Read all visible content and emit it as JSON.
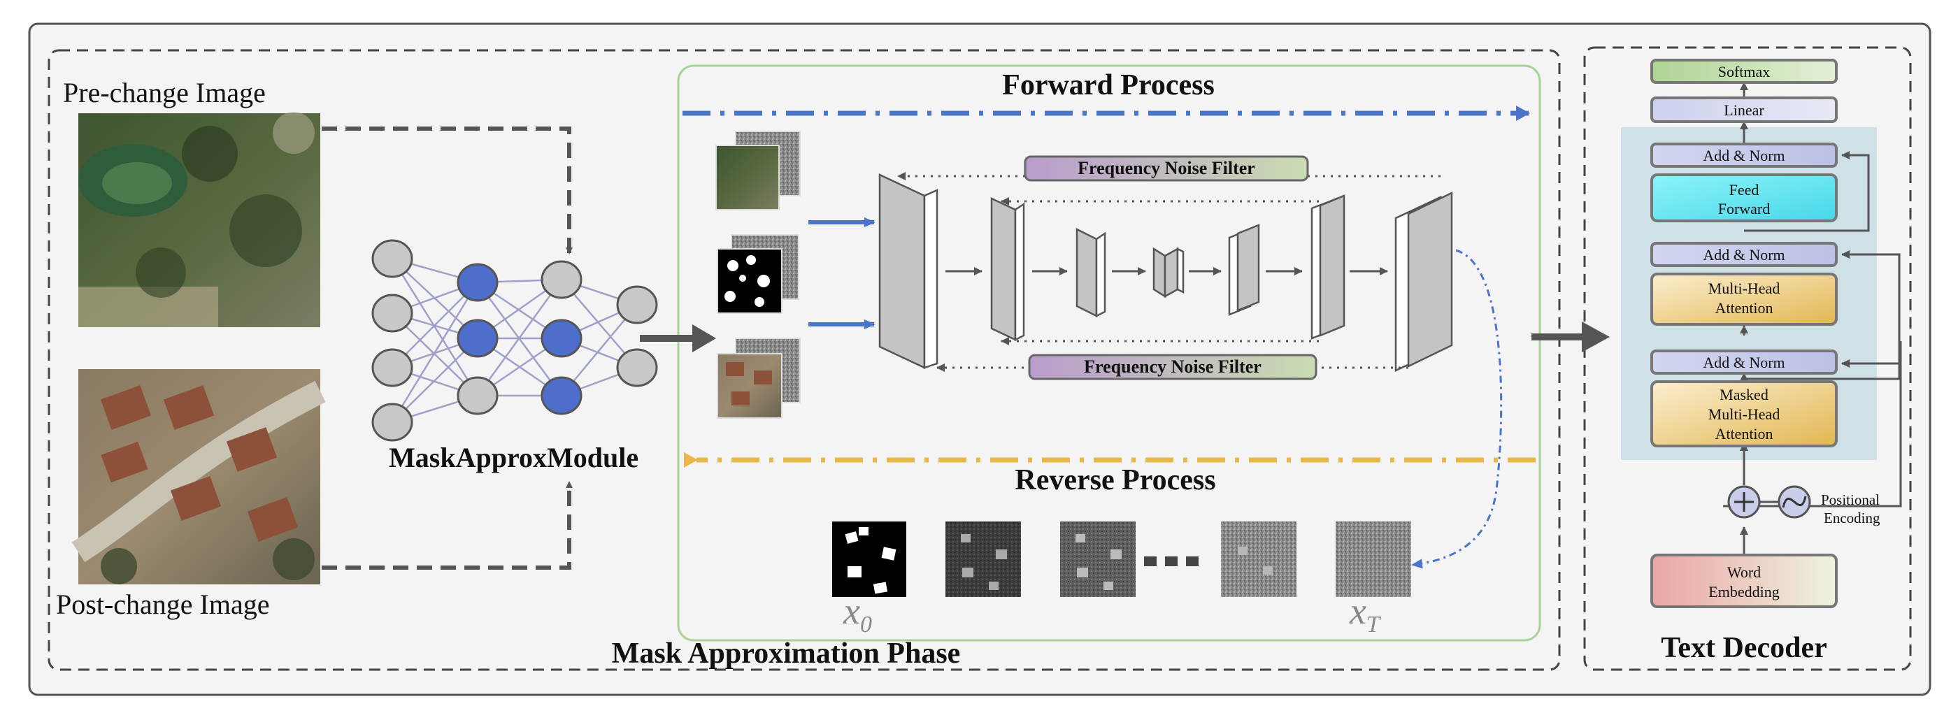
{
  "labels": {
    "pre_change": "Pre-change Image",
    "post_change": "Post-change Image",
    "mask_module": "MaskApproxModule",
    "forward_process": "Forward Process",
    "reverse_process": "Reverse Process",
    "freq_filter_top": "Frequency Noise Filter",
    "freq_filter_bottom": "Frequency Noise Filter",
    "x0": "x",
    "x0_sub": "0",
    "xT": "x",
    "xT_sub": "T",
    "mask_phase": "Mask Approximation Phase",
    "text_decoder": "Text Decoder"
  },
  "decoder": {
    "softmax": "Softmax",
    "linear": "Linear",
    "add_norm_1": "Add & Norm",
    "feed_forward_1": "Feed",
    "feed_forward_2": "Forward",
    "add_norm_2": "Add & Norm",
    "mha_1": "Multi-Head",
    "mha_2": "Attention",
    "add_norm_3": "Add & Norm",
    "masked_1": "Masked",
    "masked_2": "Multi-Head",
    "masked_3": "Attention",
    "pos_1": "Positional",
    "pos_2": "Encoding",
    "word_1": "Word",
    "word_2": "Embedding"
  },
  "colors": {
    "forward_arrow": "#4a74c9",
    "reverse_arrow": "#e8b84a",
    "neuron_blue": "#4d6fcb",
    "neuron_gray": "#c8c8c8",
    "feed_forward": "#5ce8f0",
    "attention": "#e9c56a",
    "add_norm": "#c9cdea",
    "softmax": "#bddba8",
    "linear": "#d6d8ef",
    "word_embedding": "#eab4b4",
    "filter": "#b7a1c9",
    "panel_bg": "#f4f4f4",
    "decoder_bg": "#cfe0e6"
  }
}
